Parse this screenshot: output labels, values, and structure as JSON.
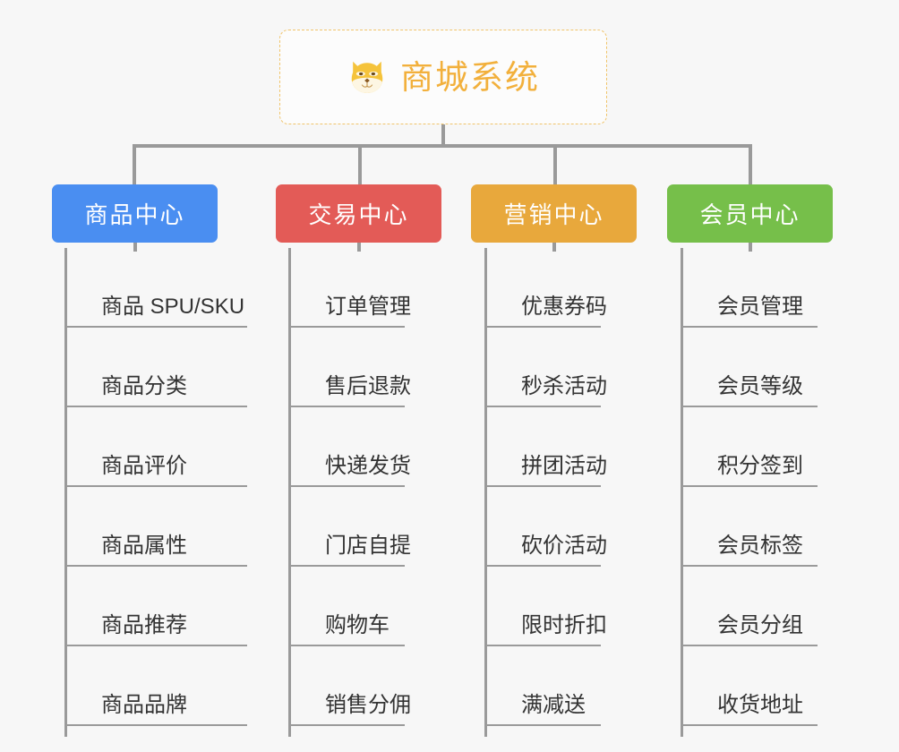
{
  "diagram": {
    "title": "商城系统",
    "root_icon": "shiba-dog-icon",
    "background_color": "#f7f7f7",
    "connector_color": "#9a9a9a",
    "root_border_color": "#f0c46a",
    "root_text_color": "#f2b03c",
    "columns": [
      {
        "id": "product-center",
        "label": "商品中心",
        "color": "#4a8ef1",
        "items": [
          "商品 SPU/SKU",
          "商品分类",
          "商品评价",
          "商品属性",
          "商品推荐",
          "商品品牌"
        ]
      },
      {
        "id": "trade-center",
        "label": "交易中心",
        "color": "#e35b57",
        "items": [
          "订单管理",
          "售后退款",
          "快递发货",
          "门店自提",
          "购物车",
          "销售分佣"
        ]
      },
      {
        "id": "marketing-center",
        "label": "营销中心",
        "color": "#e8a83c",
        "items": [
          "优惠券码",
          "秒杀活动",
          "拼团活动",
          "砍价活动",
          "限时折扣",
          "满减送"
        ]
      },
      {
        "id": "member-center",
        "label": "会员中心",
        "color": "#76bf4a",
        "items": [
          "会员管理",
          "会员等级",
          "积分签到",
          "会员标签",
          "会员分组",
          "收货地址"
        ]
      }
    ]
  }
}
